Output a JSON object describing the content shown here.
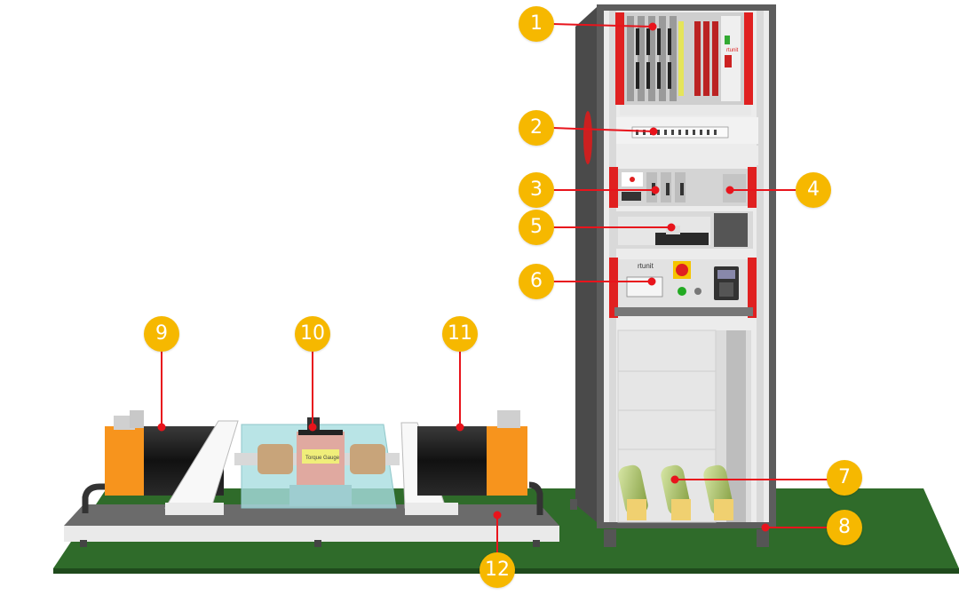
{
  "colors": {
    "badge": "#f6b800",
    "leader": "#e8141c",
    "rack_red": "#e02020",
    "cabinet": "#5a5a5a",
    "floor": "#2f6b2a",
    "motor_orange": "#f7941d",
    "enclosure": "#a8dde0"
  },
  "callouts": [
    "1",
    "2",
    "3",
    "4",
    "5",
    "6",
    "7",
    "8",
    "9",
    "10",
    "11",
    "12"
  ],
  "labels": {
    "brand_top": "rtunit",
    "brand_panel": "rtunit",
    "gearbox_plate": "Torque Gauge"
  },
  "icons": [
    "emergency-stop-icon",
    "start-button-icon",
    "hmi-keypad-icon"
  ]
}
